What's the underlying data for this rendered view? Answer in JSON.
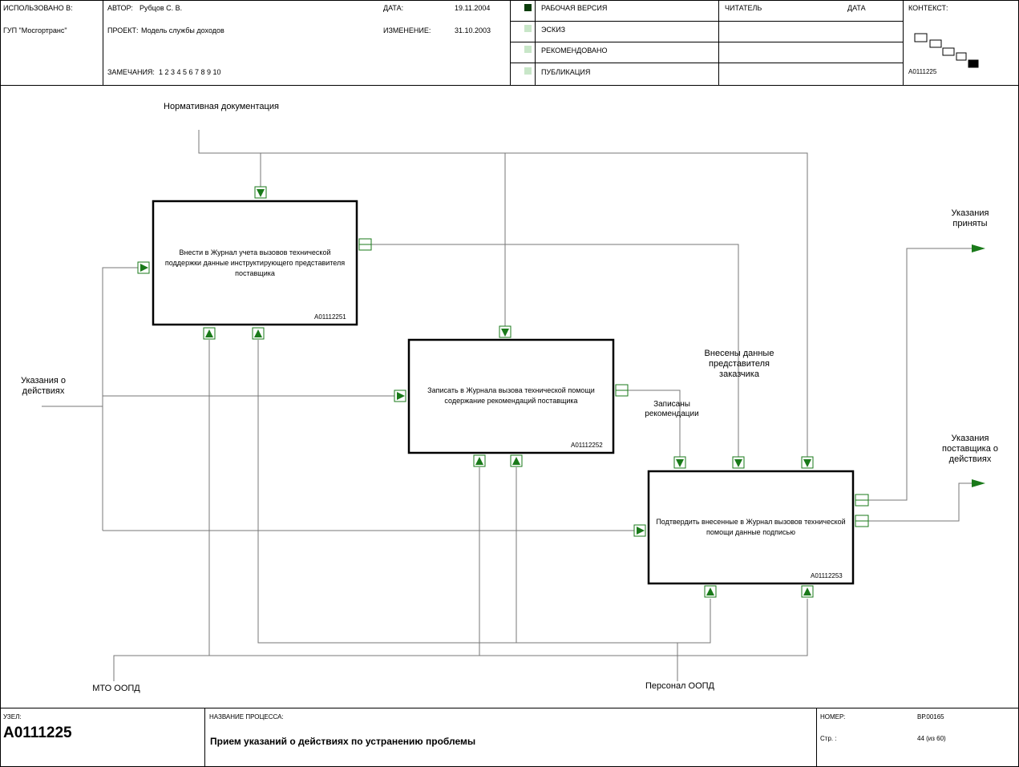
{
  "header": {
    "used_in_label": "ИСПОЛЬЗОВАНО В:",
    "organization": "ГУП \"Мосгортранс\"",
    "author_label": "АВТОР:",
    "author": "Рубцов С. В.",
    "project_label": "ПРОЕКТ:",
    "project": "Модель службы доходов",
    "remarks_label": "ЗАМЕЧАНИЯ:",
    "remarks": "1  2  3  4  5  6  7  8  9  10",
    "date_label": "ДАТА:",
    "date": "19.11.2004",
    "revision_label": "ИЗМЕНЕНИЕ:",
    "revision_date": "31.10.2003",
    "status": [
      {
        "label": "РАБОЧАЯ ВЕРСИЯ",
        "active": true
      },
      {
        "label": "ЭСКИЗ",
        "active": false
      },
      {
        "label": "РЕКОМЕНДОВАНО",
        "active": false
      },
      {
        "label": "ПУБЛИКАЦИЯ",
        "active": false
      }
    ],
    "reader_label": "ЧИТАТЕЛЬ",
    "reader_date_label": "ДАТА",
    "context_label": "КОНТЕКСТ:",
    "context_node": "A0111225"
  },
  "diagram": {
    "blocks": [
      {
        "title": "Внести в Журнал учета вызовов технической поддержки данные инструктирующего представителя поставщика",
        "id": "A01112251"
      },
      {
        "title": "Записать в Журнала вызова технической помощи содержание рекомендаций поставщика",
        "id": "A01112252"
      },
      {
        "title": "Подтвердить внесенные в Журнал вызовов технической помощи данные подписью",
        "id": "A01112253"
      }
    ],
    "arrows": {
      "normative": "Нормативная документация",
      "instructions_in": "Указания о действиях",
      "accepted": "Указания приняты",
      "supplier_instructions": "Указания поставщика о действиях",
      "entered": "Внесены данные представителя заказчика",
      "recorded": "Записаны рекомендации",
      "mto": "МТО ООПД",
      "personnel": "Персонал ООПД"
    },
    "colors": {
      "arrow": "#1a7a1a",
      "active_status": "#0b3d0b",
      "inactive_status": "#c8e6c8"
    }
  },
  "footer": {
    "node_label": "УЗЕЛ:",
    "node": "A0111225",
    "process_label": "НАЗВАНИЕ ПРОЦЕССА:",
    "process": "Прием указаний о действиях по устранению проблемы",
    "number_label": "НОМЕР:",
    "number": "ВР.00165",
    "page_label": "Стр. :",
    "page": "44 (из 60)"
  }
}
